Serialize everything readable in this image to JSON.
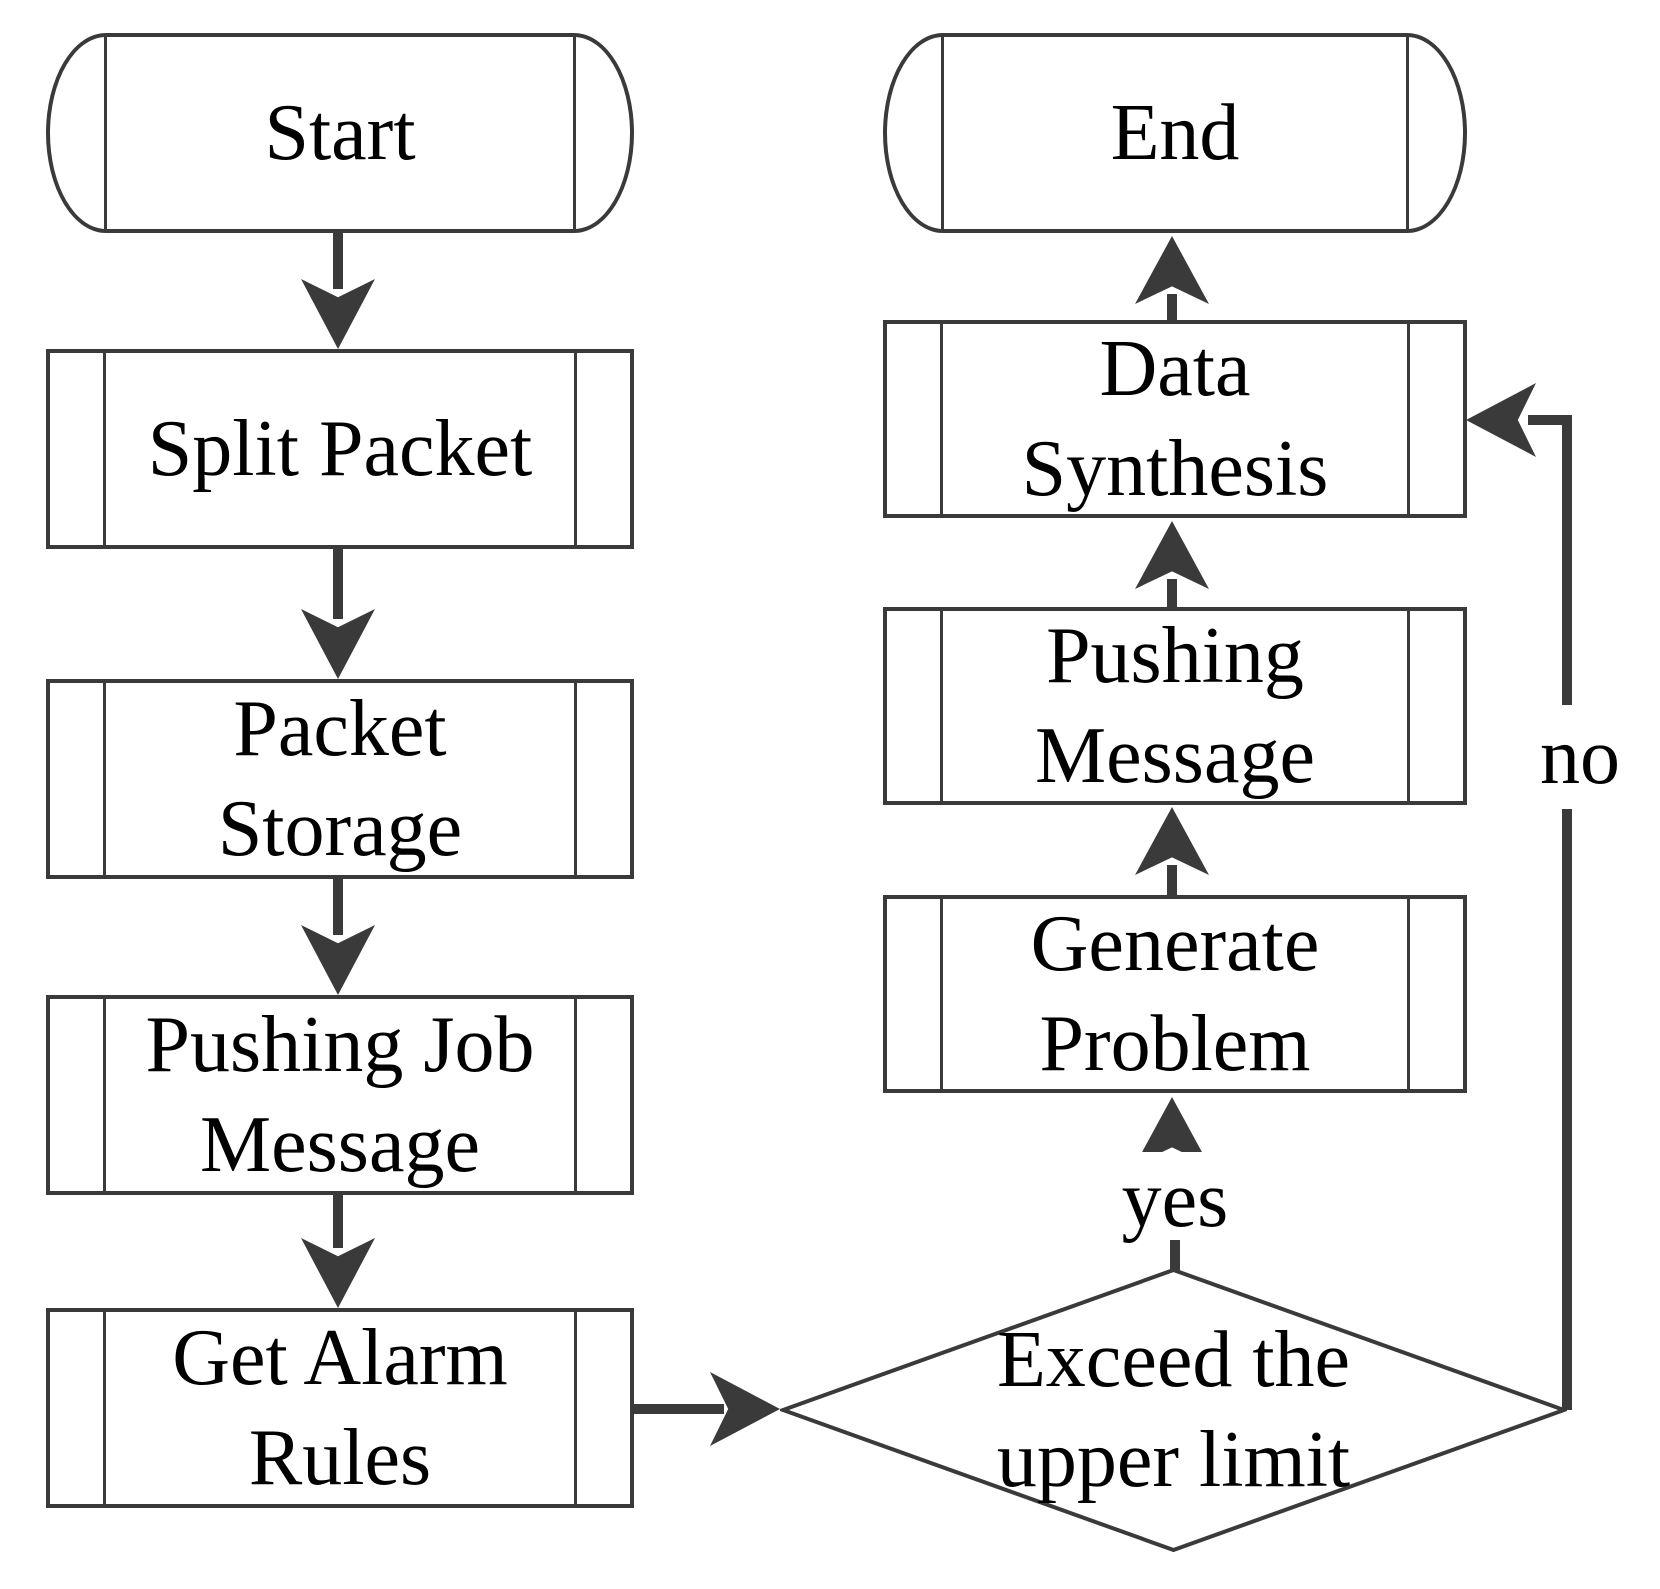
{
  "diagram": {
    "type": "flowchart",
    "background": "#ffffff",
    "stroke_color": "#3a3a3a",
    "text_color": "#000000",
    "nodes": {
      "start": {
        "label": "Start",
        "shape": "terminator"
      },
      "split_packet": {
        "label": "Split Packet",
        "shape": "subroutine"
      },
      "packet_storage": {
        "label": "Packet\nStorage",
        "shape": "subroutine"
      },
      "pushing_job_message": {
        "label": "Pushing Job\nMessage",
        "shape": "subroutine"
      },
      "get_alarm_rules": {
        "label": "Get Alarm\nRules",
        "shape": "subroutine"
      },
      "exceed_upper_limit": {
        "label": "Exceed the\nupper limit",
        "shape": "decision"
      },
      "generate_problem": {
        "label": "Generate\nProblem",
        "shape": "subroutine"
      },
      "pushing_message": {
        "label": "Pushing\nMessage",
        "shape": "subroutine"
      },
      "data_synthesis": {
        "label": "Data\nSynthesis",
        "shape": "subroutine"
      },
      "end": {
        "label": "End",
        "shape": "terminator"
      }
    },
    "edge_labels": {
      "yes": "yes",
      "no": "no"
    }
  }
}
